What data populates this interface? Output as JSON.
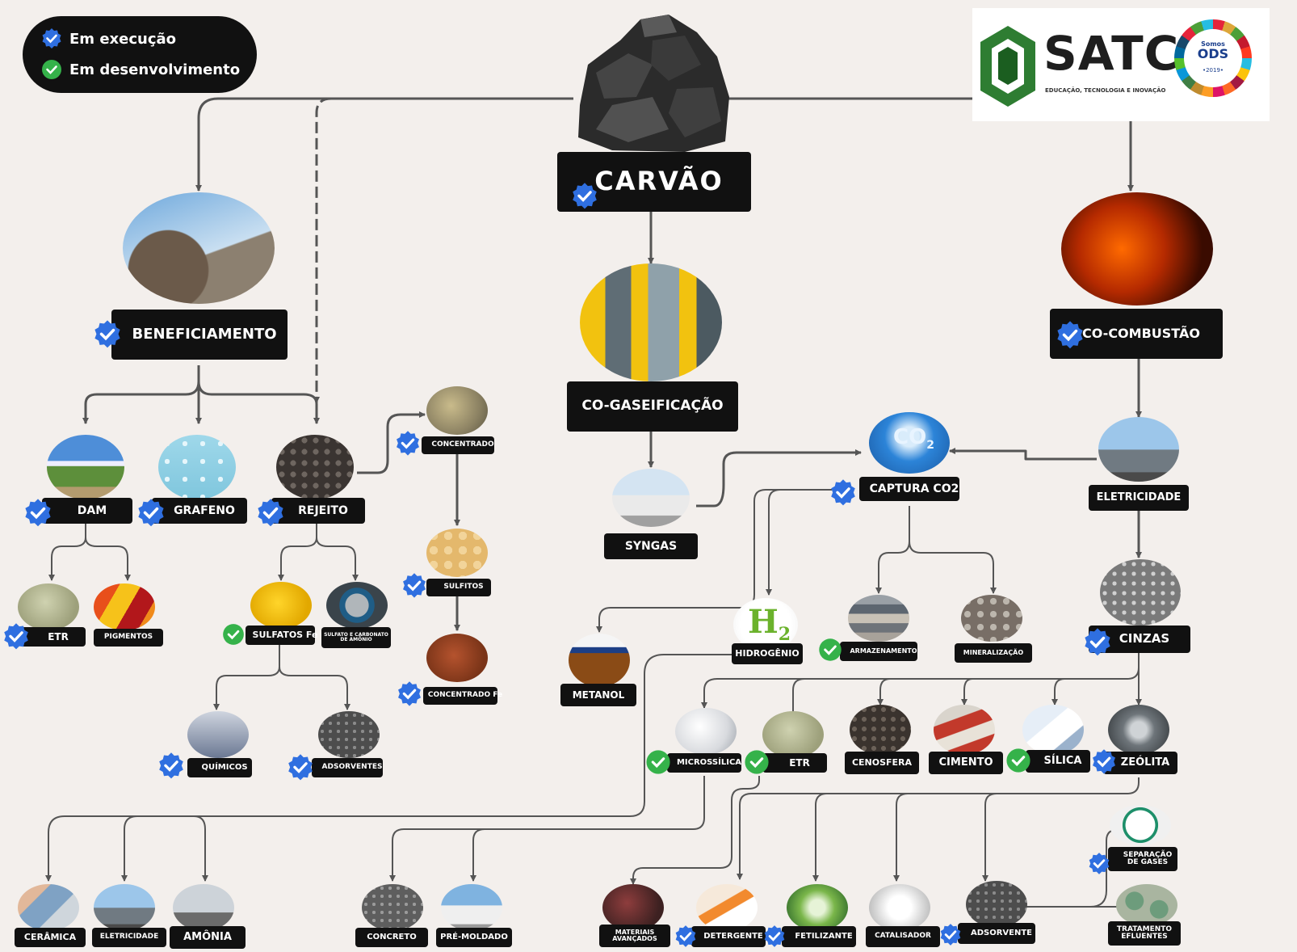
{
  "legend": {
    "execucao": "Em execução",
    "desenvolvimento": "Em desenvolvimento"
  },
  "logo": {
    "brand": "SATC",
    "tagline": "EDUCAÇÃO, TECNOLOGIA E INOVAÇÃO",
    "ods_line1": "Somos",
    "ods_line2": "ODS",
    "ods_year": "•2019•"
  },
  "colors": {
    "execucao": "#2f6fe0",
    "desenvolvimento": "#35b24a",
    "label_bg": "#111111",
    "line": "#555555",
    "background": "#f3efec"
  },
  "nodes": {
    "carvao": "CARVÃO",
    "beneficiamento": "BENEFICIAMENTO",
    "co_gaseificacao": "CO-GASEIFICAÇÃO",
    "co_combustao": "CO-COMBUSTÃO",
    "dam": "DAM",
    "grafeno": "GRAFENO",
    "rejeito": "REJEITO",
    "concentrado": "CONCENTRADO",
    "sulfitos": "SULFITOS",
    "concentrado_fe": "CONCENTRADO Fe",
    "etr_dam": "ETR",
    "pigmentos": "PIGMENTOS",
    "sulfatos_fe": "SULFATOS Fe",
    "sulfato_carbonato": "SULFATO E CARBONATO DE AMÔNIO",
    "quimicos": "QUÍMICOS",
    "adsorventes": "ADSORVENTES",
    "syngas": "SYNGAS",
    "captura_co2": "CAPTURA CO2",
    "eletricidade": "ELETRICIDADE",
    "hidrogenio": "HIDROGÊNIO",
    "metanol": "METANOL",
    "armazenamento": "ARMAZENAMENTO",
    "mineralizacao": "MINERALIZAÇÃO",
    "cinzas": "CINZAS",
    "microssilica": "MICROSSÍLICA",
    "etr_cinzas": "ETR",
    "cenosfera": "CENOSFERA",
    "cimento": "CIMENTO",
    "silica": "SÍLICA",
    "zeolita": "ZEÓLITA",
    "ceramica": "CERÂMICA",
    "eletricidade_h2": "ELETRICIDADE",
    "amonia": "AMÔNIA",
    "concreto": "CONCRETO",
    "pre_moldado": "PRÉ-MOLDADO",
    "materiais_avancados": "MATERIAIS AVANÇADOS",
    "detergente": "DETERGENTE",
    "fertilizante": "FETILIZANTE",
    "catalisador": "CATALISADOR",
    "adsorvente": "ADSORVENTE",
    "separacao_gases": "SEPARAÇÃO DE GASES",
    "tratamento_efluentes": "TRATAMENTO EFLUENTES"
  },
  "statuses": {
    "carvao": "execucao",
    "beneficiamento": "execucao",
    "co_combustao": "execucao",
    "dam": "execucao",
    "grafeno": "execucao",
    "rejeito": "execucao",
    "concentrado": "execucao",
    "sulfitos": "execucao",
    "concentrado_fe": "execucao",
    "etr_dam": "execucao",
    "sulfatos_fe": "desenvolvimento",
    "quimicos": "execucao",
    "adsorventes": "execucao",
    "captura_co2": "execucao",
    "armazenamento": "desenvolvimento",
    "cinzas": "execucao",
    "microssilica": "desenvolvimento",
    "etr_cinzas": "desenvolvimento",
    "silica": "desenvolvimento",
    "zeolita": "execucao",
    "detergente": "execucao",
    "fertilizante": "execucao",
    "adsorvente": "execucao",
    "separacao_gases": "execucao"
  },
  "photo_subjects": {
    "beneficiamento": "conveyor",
    "co_gaseificacao": "pipes",
    "co_combustao": "lava",
    "dam": "landscape",
    "grafeno": "graphene",
    "rejeito": "gravel",
    "concentrado": "pyrite",
    "sulfitos": "crystals",
    "concentrado_fe": "iron-ore",
    "etr_dam": "powder",
    "pigmentos": "pigments",
    "sulfatos_fe": "sulfur",
    "sulfato_carbonato": "tube",
    "quimicos": "lab",
    "adsorventes": "pellets",
    "syngas": "tanks",
    "captura_co2": "co2-cloud",
    "eletricidade": "plant",
    "hidrogenio": "h2",
    "metanol": "bottle",
    "armazenamento": "rock-strata",
    "mineralizacao": "stones",
    "cinzas": "ash",
    "microssilica": "silica-fume",
    "etr_cinzas": "powder",
    "cenosfera": "spheres",
    "cimento": "cement-bags",
    "silica": "silica-gel",
    "zeolita": "zeolite",
    "ceramica": "tiles",
    "eletricidade_h2": "plant",
    "amonia": "tank",
    "concreto": "concrete",
    "pre_moldado": "building",
    "materiais_avancados": "material",
    "detergente": "detergent",
    "fertilizante": "fertilizer",
    "catalisador": "catalyst",
    "adsorvente": "pellets",
    "separacao_gases": "gauges",
    "tratamento_efluentes": "treatment-plant"
  }
}
